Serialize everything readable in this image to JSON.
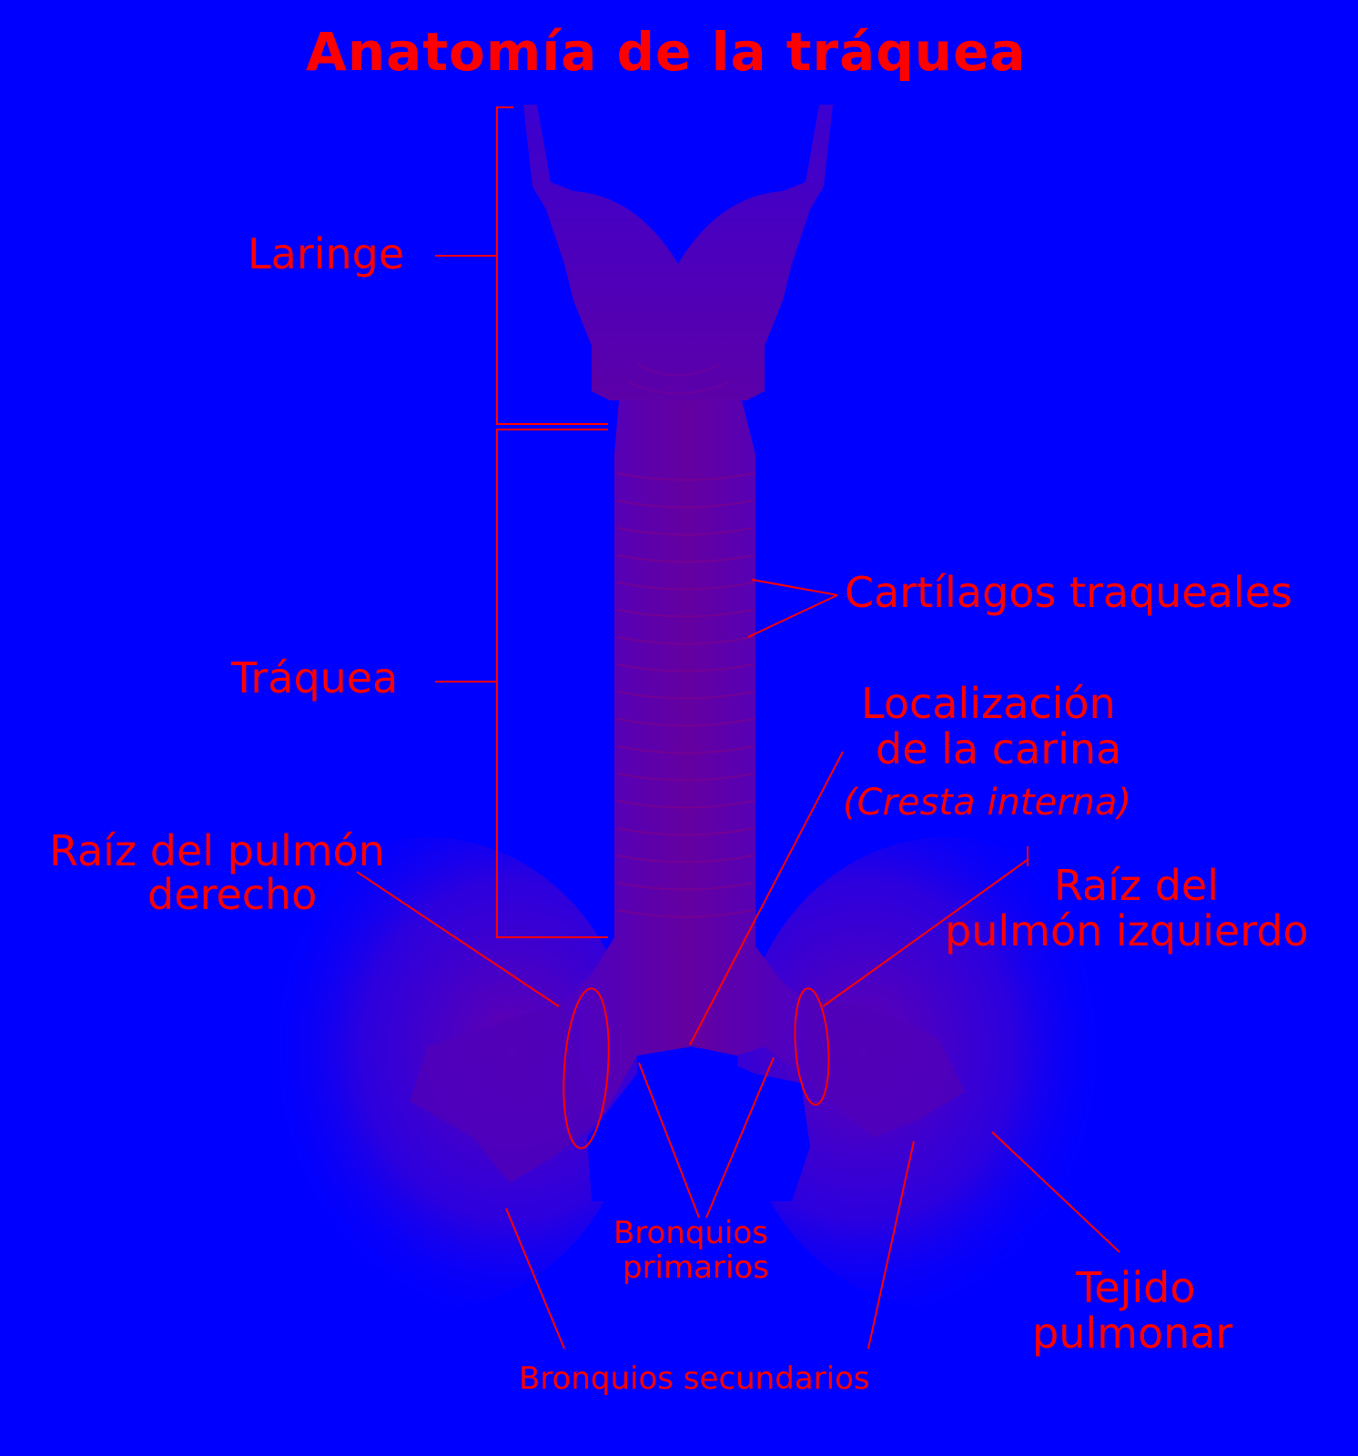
{
  "title": "Anatomía de la tráquea",
  "labels": {
    "laringe": "Laringe",
    "traquea": "Tráquea",
    "cartilagos": "Cartílagos traqueales",
    "carina_line1": "Localización",
    "carina_line2": "de la carina",
    "carina_line3": "(Cresta interna)",
    "raiz_derecho_line1": "Raíz del pulmón",
    "raiz_derecho_line2": "derecho",
    "raiz_izquierdo_line1": "Raíz del",
    "raiz_izquierdo_line2": "pulmón izquierdo",
    "bronquios_primarios_line1": "Bronquios",
    "bronquios_primarios_line2": "primarios",
    "bronquios_secundarios": "Bronquios secundarios",
    "tejido_line1": "Tejido",
    "tejido_line2": "pulmonar"
  },
  "colors": {
    "background": "#0000ff",
    "text": "#ff0000",
    "structure": "#5a00b4"
  }
}
